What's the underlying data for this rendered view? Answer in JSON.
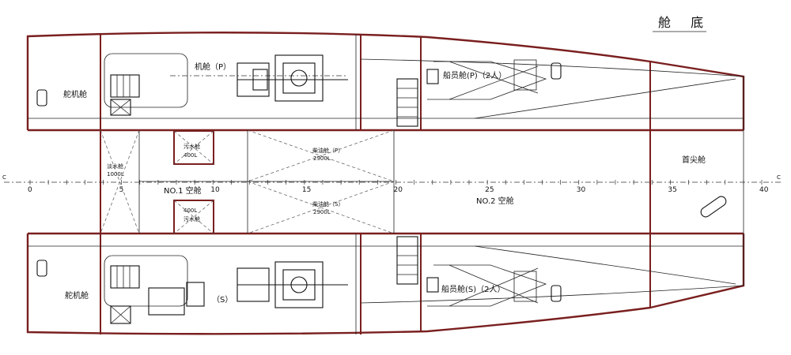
{
  "title": "舱 底",
  "rooms": {
    "steering_port": "舵机舱",
    "steering_stbd": "舵机舱",
    "engine_port": "机舱（P）",
    "engine_stbd": "（S）",
    "crew_port": "船员舱(P)（2人）",
    "crew_stbd": "船员舱(S)（2人）",
    "fw_tank_left_name": "淡水舱",
    "fw_tank_left_cap": "1000L",
    "sewage_port_name": "污水舱",
    "sewage_port_cap": "400L",
    "sewage_stbd_cap": "400L",
    "sewage_stbd_name": "污水舱",
    "fuel_port_name": "柴油舱（P）",
    "fuel_port_cap": "2900L",
    "fuel_stbd_name": "柴油舱（S）",
    "fuel_stbd_cap": "2900L",
    "void1": "NO.1 空舱",
    "void2": "NO.2 空舱",
    "forepeak": "首尖舱"
  },
  "frames": [
    {
      "label": "0",
      "frame": 0
    },
    {
      "label": "5",
      "frame": 5
    },
    {
      "label": "10",
      "frame": 10
    },
    {
      "label": "15",
      "frame": 15
    },
    {
      "label": "20",
      "frame": 20
    },
    {
      "label": "25",
      "frame": 25
    },
    {
      "label": "30",
      "frame": 30
    },
    {
      "label": "35",
      "frame": 35
    },
    {
      "label": "40",
      "frame": 40
    }
  ],
  "centerline_end_mark": "C",
  "colors": {
    "hull": "#7a1f1f",
    "line": "#222222"
  }
}
